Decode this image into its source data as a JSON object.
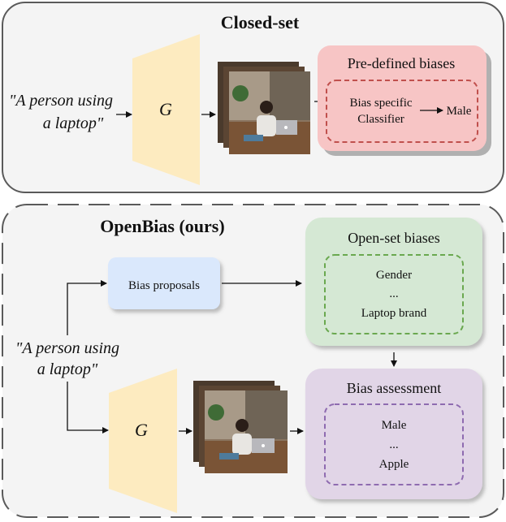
{
  "closed_set": {
    "title": "Closed-set",
    "prompt_line1": "\"A person using",
    "prompt_line2": "a laptop\"",
    "generator": "G",
    "predefined_title": "Pre-defined biases",
    "classifier_line1": "Bias specific",
    "classifier_line2": "Classifier",
    "output": "Male"
  },
  "open_bias": {
    "title": "OpenBias (ours)",
    "prompt_line1": "\"A person using",
    "prompt_line2": "a laptop\"",
    "generator": "G",
    "proposals_label": "Bias proposals",
    "open_set_title": "Open-set biases",
    "open_set_items": [
      "Gender",
      "...",
      "Laptop brand"
    ],
    "assessment_title": "Bias assessment",
    "assessment_items": [
      "Male",
      "...",
      "Apple"
    ]
  },
  "colors": {
    "generator_fill": "#fdebc0",
    "predefined_fill": "#f7c5c5",
    "predefined_dash": "#c0504d",
    "proposals_fill": "#dae8fc",
    "open_set_fill": "#d5e8d4",
    "open_set_dash": "#6aa84f",
    "assessment_fill": "#e1d5e7",
    "assessment_dash": "#8e6bb0",
    "panel_fill": "#f4f4f4"
  }
}
